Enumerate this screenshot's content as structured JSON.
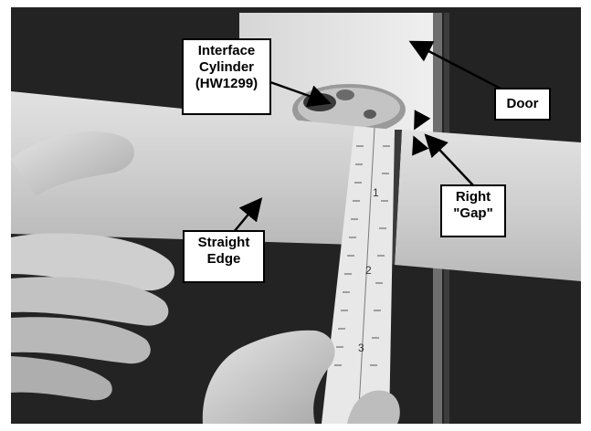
{
  "labels": {
    "interface_cylinder": [
      "Interface",
      "Cylinder",
      "(HW1299)"
    ],
    "door": "Door",
    "right_gap": [
      "Right",
      "\"Gap\""
    ],
    "straight_edge": [
      "Straight",
      "Edge"
    ]
  },
  "ruler_marks": [
    "1",
    "2",
    "3"
  ],
  "colors": {
    "background": "#1e1e1e",
    "bar": "#c9c9c9",
    "door": "#e4e4e4",
    "ruler": "#e8e8e8",
    "skin": "#d0d0d0",
    "label_border": "#000000"
  }
}
